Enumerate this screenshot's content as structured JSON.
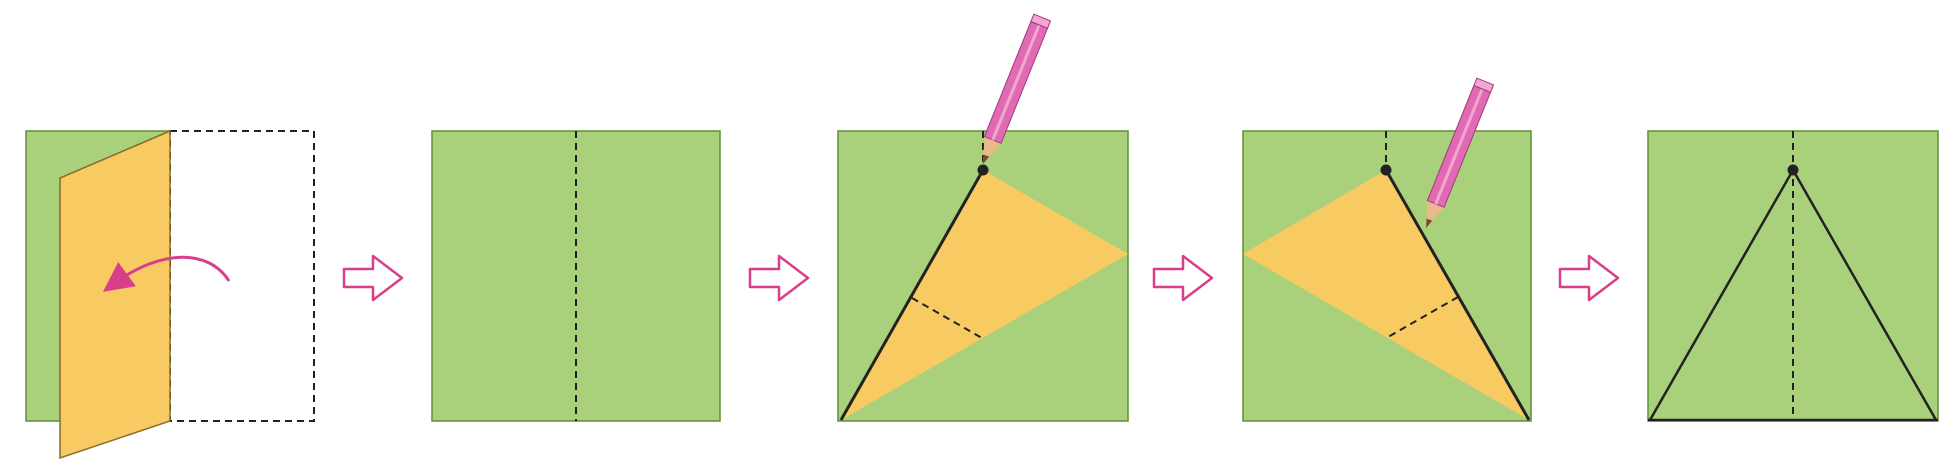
{
  "colors": {
    "background": "#ffffff",
    "paper_green": "#a9d07a",
    "paper_green_border": "#5e8f37",
    "folded_yellow": "#f8cb62",
    "fold_line": "#222222",
    "arrow_magenta": "#d93e8a",
    "pencil_body": "#e06bb3",
    "pencil_wood": "#e8b98a",
    "pencil_tip": "#7a4b2a"
  },
  "icons": {
    "step_arrow": "right-outline-arrow-icon",
    "fold_arrow": "curved-arrow-icon",
    "pencil": "pencil-icon",
    "point": "dot-marker"
  },
  "steps": [
    {
      "name": "step-1-fold-in-half",
      "has_pencil": false
    },
    {
      "name": "step-2-unfold-crease",
      "has_pencil": false
    },
    {
      "name": "step-3-fold-corner-to-crease",
      "has_pencil": true
    },
    {
      "name": "step-4-fold-other-corner",
      "has_pencil": true
    },
    {
      "name": "step-5-unfolded-triangle",
      "has_pencil": false
    }
  ]
}
